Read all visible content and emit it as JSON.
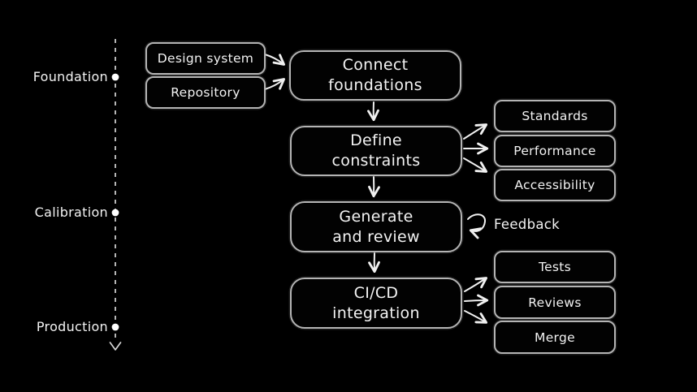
{
  "colors": {
    "background": "#000000",
    "box-border": "#b4b4b4",
    "text": "#f3f3f3",
    "arrow": "#f0f0f0",
    "timeline": "#d6d6d6"
  },
  "timeline": {
    "phases": [
      {
        "label": "Foundation"
      },
      {
        "label": "Calibration"
      },
      {
        "label": "Production"
      }
    ]
  },
  "nodes": {
    "design_system": {
      "label": "Design system"
    },
    "repository": {
      "label": "Repository"
    },
    "connect_foundations": {
      "label": "Connect\nfoundations"
    },
    "define_constraints": {
      "label": "Define\nconstraints"
    },
    "standards": {
      "label": "Standards"
    },
    "performance": {
      "label": "Performance"
    },
    "accessibility": {
      "label": "Accessibility"
    },
    "generate_review": {
      "label": "Generate\nand review"
    },
    "cicd_integration": {
      "label": "CI/CD\nintegration"
    },
    "tests": {
      "label": "Tests"
    },
    "reviews": {
      "label": "Reviews"
    },
    "merge": {
      "label": "Merge"
    },
    "feedback": {
      "label": "Feedback"
    }
  }
}
